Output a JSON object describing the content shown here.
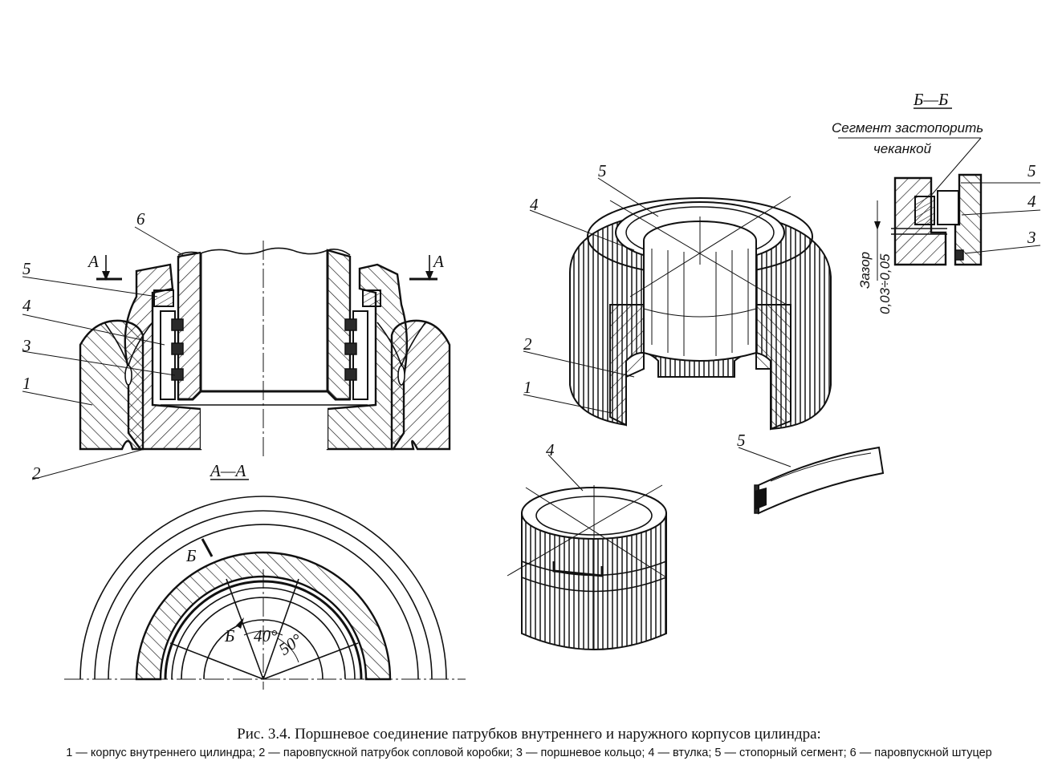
{
  "labels": {
    "n1": "1",
    "n2": "2",
    "n3": "3",
    "n4": "4",
    "n5": "5",
    "n6": "6",
    "section_a_left": "А",
    "section_a_right": "А",
    "section_aa": "А—А",
    "section_bb": "Б—Б",
    "b_mark_top": "Б",
    "b_mark_center": "Б",
    "angle_40": "40°",
    "angle_50": "50°",
    "note_line1": "Сегмент застопорить",
    "note_line2": "чеканкой",
    "gap_label": "Зазор",
    "gap_value": "0,03÷0,05"
  },
  "caption": {
    "title": "Рис. 3.4. Поршневое соединение патрубков внутреннего и наружного корпусов цилиндра:",
    "legend": "1 — корпус внутреннего цилиндра; 2 — паровпускной патрубок сопловой коробки; 3 — поршневое кольцо; 4 — втулка; 5 — стопорный сегмент; 6 — паровпускной штуцер"
  }
}
